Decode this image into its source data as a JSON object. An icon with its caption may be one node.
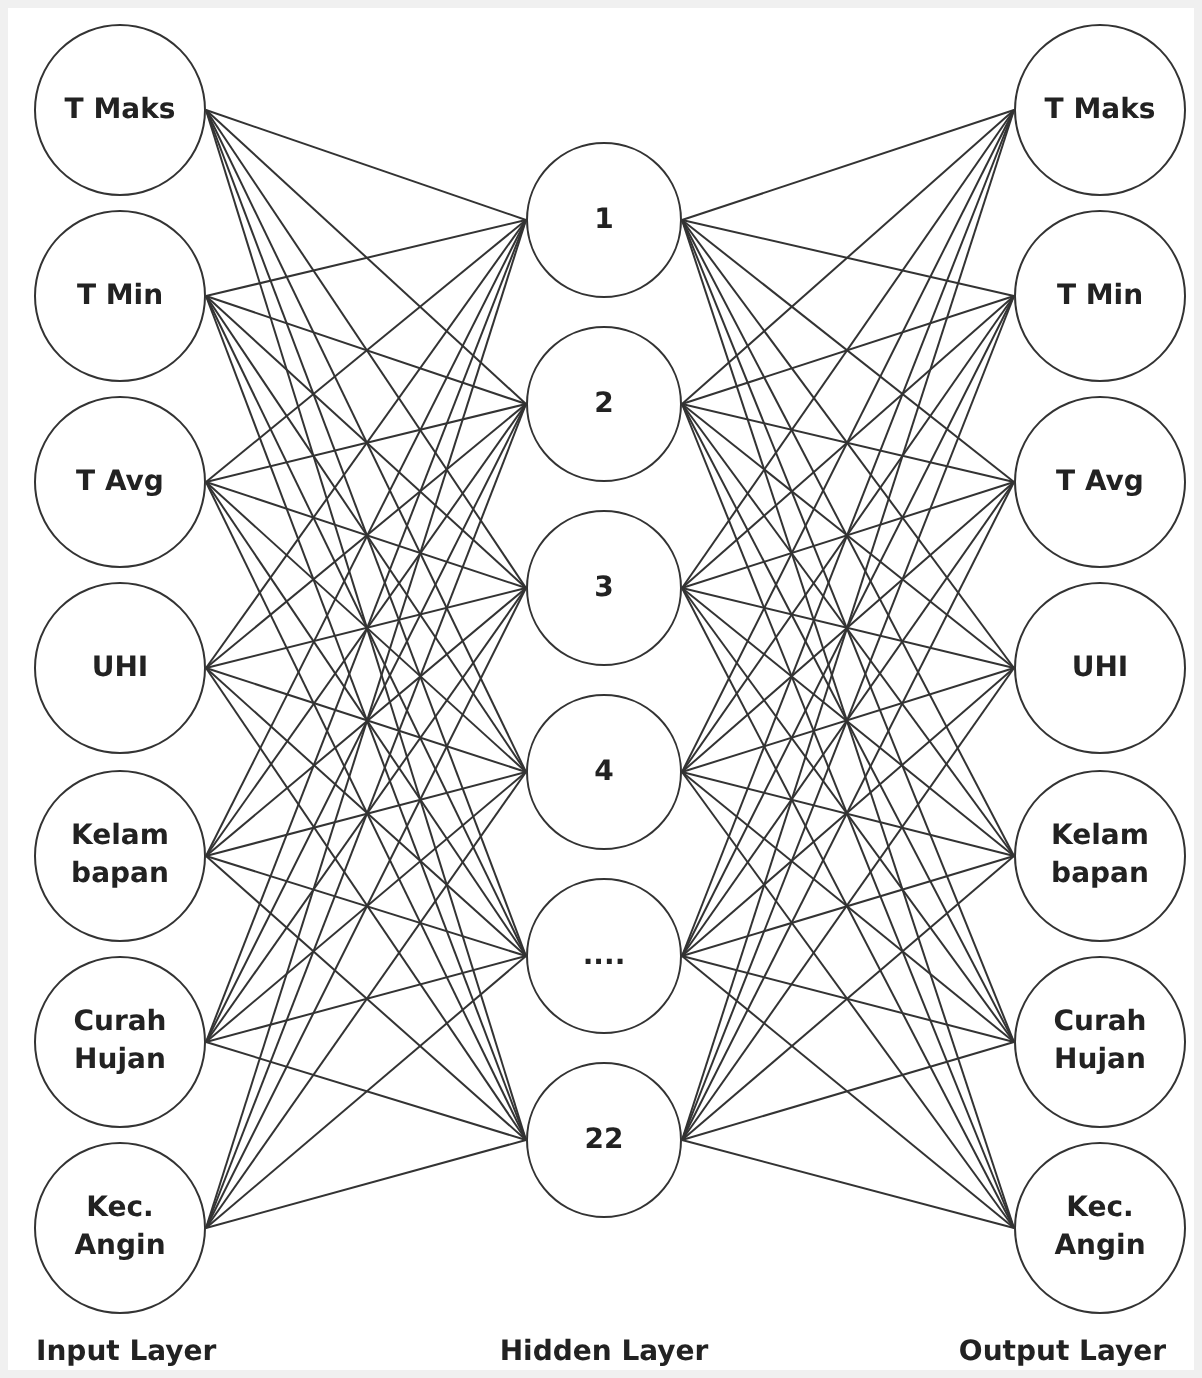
{
  "diagram": {
    "nodes": [
      {
        "text": [
          "T Maks"
        ]
      },
      {
        "text": [
          "T Min"
        ]
      },
      {
        "text": [
          "T Avg"
        ]
      },
      {
        "text": [
          "UHI"
        ]
      },
      {
        "text": [
          "Kelam bapan"
        ]
      },
      {
        "text": [
          "Curah Hujan"
        ]
      },
      {
        "text": [
          "Kec. Angin"
        ]
      },
      {
        "text": [
          "1"
        ]
      },
      {
        "text": [
          "2"
        ]
      },
      {
        "text": [
          "3"
        ]
      },
      {
        "text": [
          "4"
        ]
      },
      {
        "text": [
          "...."
        ]
      },
      {
        "text": [
          "22"
        ]
      },
      {
        "text": [
          "T Maks"
        ]
      },
      {
        "text": [
          "T Min"
        ]
      },
      {
        "text": [
          "T Avg"
        ]
      },
      {
        "text": [
          "UHI"
        ]
      },
      {
        "text": [
          "Kelam bapan"
        ]
      },
      {
        "text": [
          "Curah Hujan"
        ]
      },
      {
        "text": [
          "Kec. Angin"
        ]
      }
    ],
    "edges": [
      {
        "from": 0,
        "to": 7,
        "arrow": "none"
      },
      {
        "from": 0,
        "to": 8,
        "arrow": "none"
      },
      {
        "from": 0,
        "to": 9,
        "arrow": "none"
      },
      {
        "from": 0,
        "to": 10,
        "arrow": "none"
      },
      {
        "from": 0,
        "to": 11,
        "arrow": "none"
      },
      {
        "from": 0,
        "to": 12,
        "arrow": "none"
      },
      {
        "from": 1,
        "to": 7,
        "arrow": "none"
      },
      {
        "from": 1,
        "to": 8,
        "arrow": "none"
      },
      {
        "from": 1,
        "to": 9,
        "arrow": "none"
      },
      {
        "from": 1,
        "to": 10,
        "arrow": "none"
      },
      {
        "from": 1,
        "to": 11,
        "arrow": "none"
      },
      {
        "from": 1,
        "to": 12,
        "arrow": "none"
      },
      {
        "from": 2,
        "to": 7,
        "arrow": "none"
      },
      {
        "from": 2,
        "to": 8,
        "arrow": "none"
      },
      {
        "from": 2,
        "to": 9,
        "arrow": "none"
      },
      {
        "from": 2,
        "to": 10,
        "arrow": "none"
      },
      {
        "from": 2,
        "to": 11,
        "arrow": "none"
      },
      {
        "from": 2,
        "to": 12,
        "arrow": "none"
      },
      {
        "from": 3,
        "to": 7,
        "arrow": "none"
      },
      {
        "from": 3,
        "to": 8,
        "arrow": "none"
      },
      {
        "from": 3,
        "to": 9,
        "arrow": "none"
      },
      {
        "from": 3,
        "to": 10,
        "arrow": "none"
      },
      {
        "from": 3,
        "to": 11,
        "arrow": "none"
      },
      {
        "from": 3,
        "to": 12,
        "arrow": "none"
      },
      {
        "from": 4,
        "to": 7,
        "arrow": "none"
      },
      {
        "from": 4,
        "to": 8,
        "arrow": "none"
      },
      {
        "from": 4,
        "to": 9,
        "arrow": "none"
      },
      {
        "from": 4,
        "to": 10,
        "arrow": "none"
      },
      {
        "from": 4,
        "to": 11,
        "arrow": "none"
      },
      {
        "from": 4,
        "to": 12,
        "arrow": "none"
      },
      {
        "from": 5,
        "to": 7,
        "arrow": "none"
      },
      {
        "from": 5,
        "to": 8,
        "arrow": "none"
      },
      {
        "from": 5,
        "to": 9,
        "arrow": "none"
      },
      {
        "from": 5,
        "to": 10,
        "arrow": "none"
      },
      {
        "from": 5,
        "to": 11,
        "arrow": "none"
      },
      {
        "from": 5,
        "to": 12,
        "arrow": "none"
      },
      {
        "from": 6,
        "to": 7,
        "arrow": "none"
      },
      {
        "from": 6,
        "to": 8,
        "arrow": "none"
      },
      {
        "from": 6,
        "to": 9,
        "arrow": "none"
      },
      {
        "from": 6,
        "to": 10,
        "arrow": "none"
      },
      {
        "from": 6,
        "to": 11,
        "arrow": "none"
      },
      {
        "from": 6,
        "to": 12,
        "arrow": "none"
      },
      {
        "from": 7,
        "to": 13,
        "arrow": "none"
      },
      {
        "from": 7,
        "to": 14,
        "arrow": "none"
      },
      {
        "from": 7,
        "to": 15,
        "arrow": "none"
      },
      {
        "from": 7,
        "to": 16,
        "arrow": "none"
      },
      {
        "from": 7,
        "to": 17,
        "arrow": "none"
      },
      {
        "from": 7,
        "to": 18,
        "arrow": "none"
      },
      {
        "from": 7,
        "to": 19,
        "arrow": "none"
      },
      {
        "from": 8,
        "to": 13,
        "arrow": "none"
      },
      {
        "from": 8,
        "to": 14,
        "arrow": "none"
      },
      {
        "from": 8,
        "to": 15,
        "arrow": "none"
      },
      {
        "from": 8,
        "to": 16,
        "arrow": "none"
      },
      {
        "from": 8,
        "to": 17,
        "arrow": "none"
      },
      {
        "from": 8,
        "to": 18,
        "arrow": "none"
      },
      {
        "from": 8,
        "to": 19,
        "arrow": "none"
      },
      {
        "from": 9,
        "to": 13,
        "arrow": "none"
      },
      {
        "from": 9,
        "to": 14,
        "arrow": "none"
      },
      {
        "from": 9,
        "to": 15,
        "arrow": "none"
      },
      {
        "from": 9,
        "to": 16,
        "arrow": "none"
      },
      {
        "from": 9,
        "to": 17,
        "arrow": "none"
      },
      {
        "from": 9,
        "to": 18,
        "arrow": "none"
      },
      {
        "from": 9,
        "to": 19,
        "arrow": "none"
      },
      {
        "from": 10,
        "to": 13,
        "arrow": "none"
      },
      {
        "from": 10,
        "to": 14,
        "arrow": "none"
      },
      {
        "from": 10,
        "to": 15,
        "arrow": "none"
      },
      {
        "from": 10,
        "to": 16,
        "arrow": "none"
      },
      {
        "from": 10,
        "to": 17,
        "arrow": "none"
      },
      {
        "from": 10,
        "to": 18,
        "arrow": "none"
      },
      {
        "from": 10,
        "to": 19,
        "arrow": "none"
      },
      {
        "from": 11,
        "to": 13,
        "arrow": "none"
      },
      {
        "from": 11,
        "to": 14,
        "arrow": "none"
      },
      {
        "from": 11,
        "to": 15,
        "arrow": "none"
      },
      {
        "from": 11,
        "to": 16,
        "arrow": "none"
      },
      {
        "from": 11,
        "to": 17,
        "arrow": "none"
      },
      {
        "from": 11,
        "to": 18,
        "arrow": "none"
      },
      {
        "from": 11,
        "to": 19,
        "arrow": "none"
      },
      {
        "from": 12,
        "to": 13,
        "arrow": "none"
      },
      {
        "from": 12,
        "to": 14,
        "arrow": "none"
      },
      {
        "from": 12,
        "to": 15,
        "arrow": "none"
      },
      {
        "from": 12,
        "to": 16,
        "arrow": "none"
      },
      {
        "from": 12,
        "to": 17,
        "arrow": "none"
      },
      {
        "from": 12,
        "to": 18,
        "arrow": "none"
      },
      {
        "from": 12,
        "to": 19,
        "arrow": "none"
      }
    ],
    "labels": [
      "Input Layer",
      "Hidden Layer",
      "Output Layer"
    ]
  }
}
